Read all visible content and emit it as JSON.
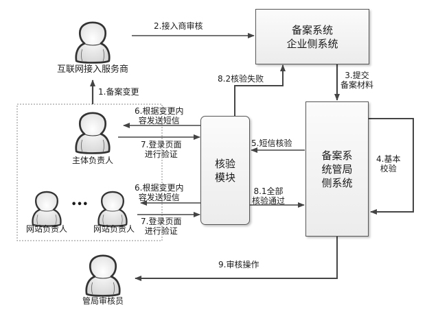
{
  "diagram": {
    "type": "flowchart",
    "actors": {
      "isp": {
        "label": "互联网接入服务商",
        "icon": "person-icon"
      },
      "owner": {
        "label": "主体负责人",
        "icon": "person-icon"
      },
      "site_owner_1": {
        "label": "网站负责人",
        "icon": "person-icon"
      },
      "site_owner_2": {
        "label": "网站负责人",
        "icon": "person-icon"
      },
      "ellipsis": "•••",
      "reviewer": {
        "label": "管局审核员",
        "icon": "person-icon"
      }
    },
    "nodes": {
      "enterprise_system": {
        "line1": "备案系统",
        "line2": "企业侧系统"
      },
      "verify_module": {
        "line1": "核验",
        "line2": "模块"
      },
      "bureau_system": {
        "line1": "备案系",
        "line2": "统管局",
        "line3": "侧系统"
      }
    },
    "edges": {
      "e1": "1.备案变更",
      "e2": "2.接入商审核",
      "e3": {
        "line1": "3.提交",
        "line2": "备案材料"
      },
      "e4": {
        "line1": "4.基本",
        "line2": "校验"
      },
      "e5": "5.短信核验",
      "e6a": {
        "line1": "6.根据变更内",
        "line2": "容发送短信"
      },
      "e7a": {
        "line1": "7.登录页面",
        "line2": "进行验证"
      },
      "e6b": {
        "line1": "6.根据变更内",
        "line2": "容发送短信"
      },
      "e7b": {
        "line1": "7.登录页面",
        "line2": "进行验证"
      },
      "e81": {
        "line1": "8.1全部",
        "line2": "核验通过"
      },
      "e82": "8.2核验失败",
      "e9": "9.审核操作"
    }
  }
}
